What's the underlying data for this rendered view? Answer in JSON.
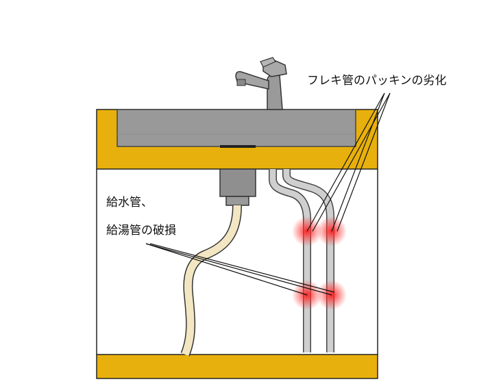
{
  "labels": {
    "gasket_deterioration": "フレキ管のパッキンの劣化",
    "pipe_line1": "給水管、",
    "pipe_line2": "給湯管の破損"
  },
  "colors": {
    "cabinet": "#e8b00c",
    "outline": "#222222",
    "sink": "#999999",
    "faucet": "#9a9a9a",
    "flex_hose": "#f3e6c2",
    "metal_pipe": "#c8c8c8",
    "damage_glow": "#ff2020"
  }
}
